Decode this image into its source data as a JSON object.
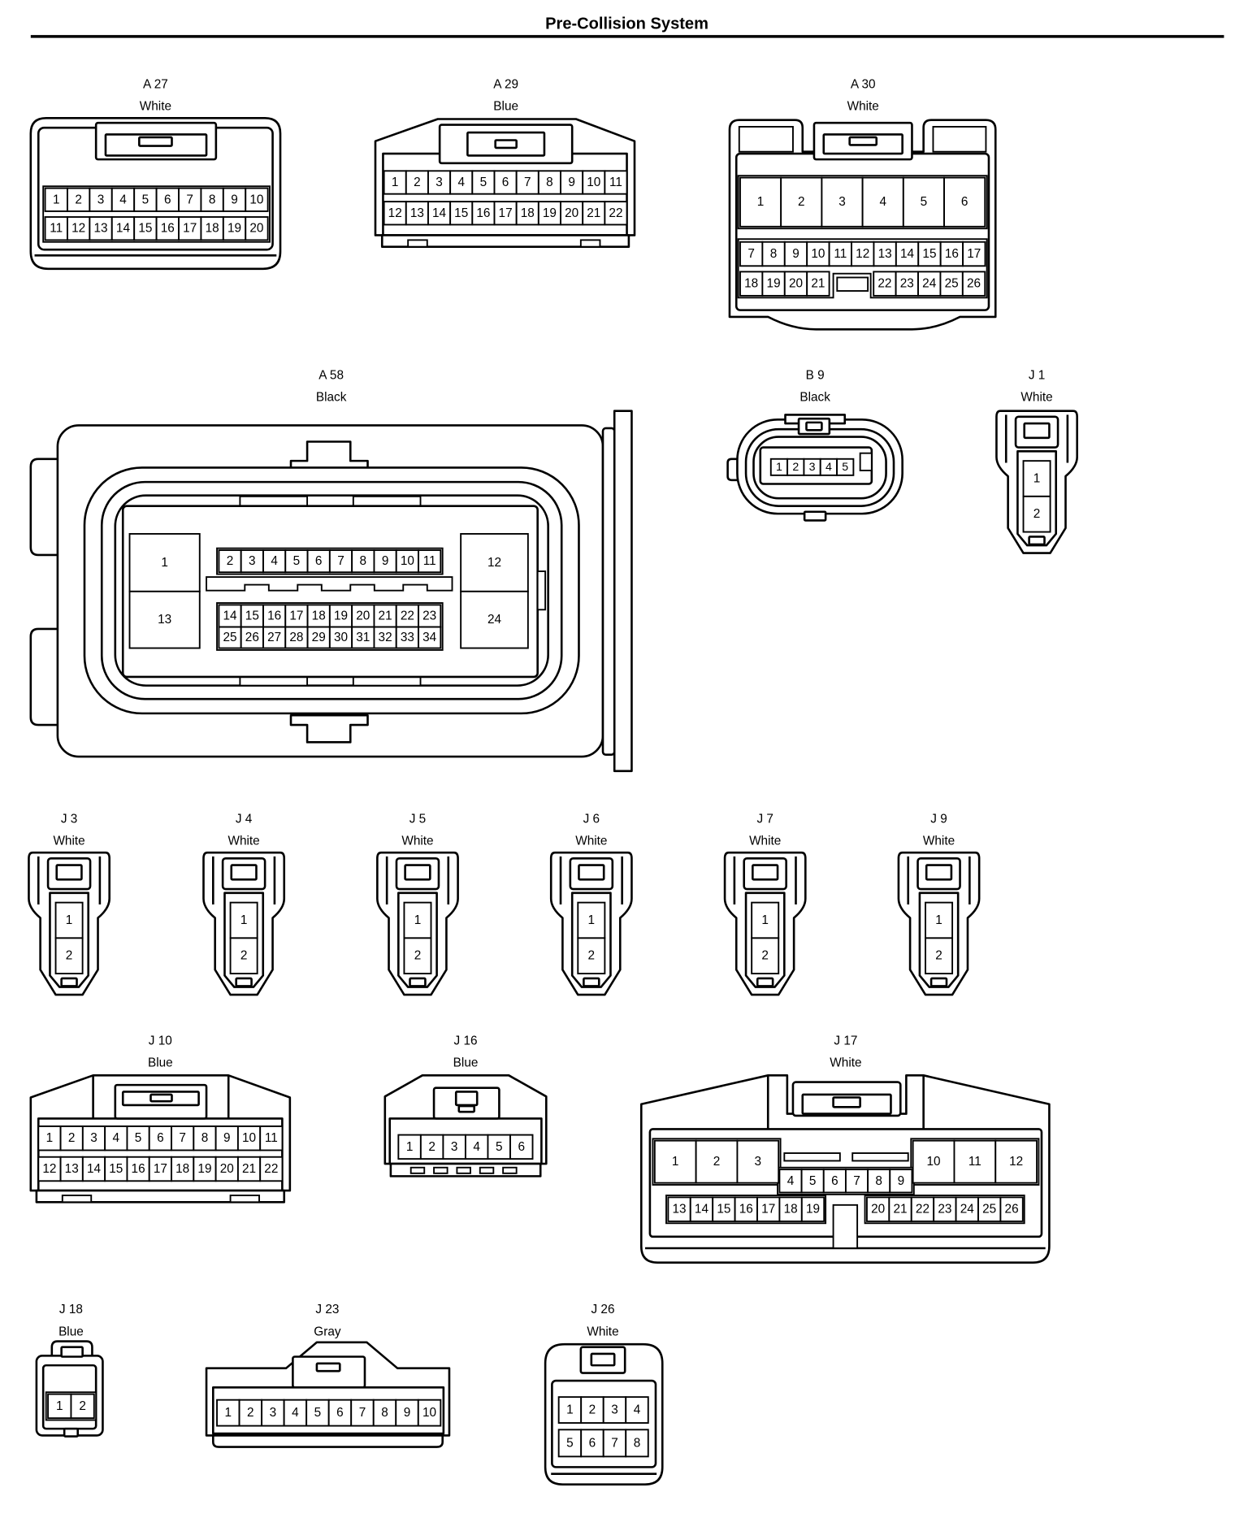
{
  "title": "Pre-Collision System",
  "connectors": [
    {
      "id": "A 27",
      "color": "White",
      "pin_rows": [
        [
          "1",
          "2",
          "3",
          "4",
          "5",
          "6",
          "7",
          "8",
          "9",
          "10"
        ],
        [
          "11",
          "12",
          "13",
          "14",
          "15",
          "16",
          "17",
          "18",
          "19",
          "20"
        ]
      ]
    },
    {
      "id": "A 29",
      "color": "Blue",
      "pin_rows": [
        [
          "1",
          "2",
          "3",
          "4",
          "5",
          "6",
          "7",
          "8",
          "9",
          "10",
          "11"
        ],
        [
          "12",
          "13",
          "14",
          "15",
          "16",
          "17",
          "18",
          "19",
          "20",
          "21",
          "22"
        ]
      ]
    },
    {
      "id": "A 30",
      "color": "White",
      "pin_rows": [
        [
          "1",
          "2",
          "3",
          "4",
          "5",
          "6"
        ],
        [
          "7",
          "8",
          "9",
          "10",
          "11",
          "12",
          "13",
          "14",
          "15",
          "16",
          "17"
        ],
        [
          "18",
          "19",
          "20",
          "21"
        ],
        [
          "22",
          "23",
          "24",
          "25",
          "26"
        ]
      ]
    },
    {
      "id": "A 58",
      "color": "Black",
      "pin_rows": [
        [
          "1"
        ],
        [
          "13"
        ],
        [
          "2",
          "3",
          "4",
          "5",
          "6",
          "7",
          "8",
          "9",
          "10",
          "11"
        ],
        [
          "14",
          "15",
          "16",
          "17",
          "18",
          "19",
          "20",
          "21",
          "22",
          "23"
        ],
        [
          "25",
          "26",
          "27",
          "28",
          "29",
          "30",
          "31",
          "32",
          "33",
          "34"
        ],
        [
          "12"
        ],
        [
          "24"
        ]
      ]
    },
    {
      "id": "B 9",
      "color": "Black",
      "pin_rows": [
        [
          "1",
          "2",
          "3",
          "4",
          "5"
        ]
      ]
    },
    {
      "id": "J 1",
      "color": "White",
      "pin_rows": [
        [
          "1"
        ],
        [
          "2"
        ]
      ]
    },
    {
      "id": "J 3",
      "color": "White",
      "pin_rows": [
        [
          "1"
        ],
        [
          "2"
        ]
      ]
    },
    {
      "id": "J 4",
      "color": "White",
      "pin_rows": [
        [
          "1"
        ],
        [
          "2"
        ]
      ]
    },
    {
      "id": "J 5",
      "color": "White",
      "pin_rows": [
        [
          "1"
        ],
        [
          "2"
        ]
      ]
    },
    {
      "id": "J 6",
      "color": "White",
      "pin_rows": [
        [
          "1"
        ],
        [
          "2"
        ]
      ]
    },
    {
      "id": "J 7",
      "color": "White",
      "pin_rows": [
        [
          "1"
        ],
        [
          "2"
        ]
      ]
    },
    {
      "id": "J 9",
      "color": "White",
      "pin_rows": [
        [
          "1"
        ],
        [
          "2"
        ]
      ]
    },
    {
      "id": "J 10",
      "color": "Blue",
      "pin_rows": [
        [
          "1",
          "2",
          "3",
          "4",
          "5",
          "6",
          "7",
          "8",
          "9",
          "10",
          "11"
        ],
        [
          "12",
          "13",
          "14",
          "15",
          "16",
          "17",
          "18",
          "19",
          "20",
          "21",
          "22"
        ]
      ]
    },
    {
      "id": "J 16",
      "color": "Blue",
      "pin_rows": [
        [
          "1",
          "2",
          "3",
          "4",
          "5",
          "6"
        ]
      ]
    },
    {
      "id": "J 17",
      "color": "White",
      "pin_rows": [
        [
          "1",
          "2",
          "3"
        ],
        [
          "10",
          "11",
          "12"
        ],
        [
          "4",
          "5",
          "6",
          "7",
          "8",
          "9"
        ],
        [
          "13",
          "14",
          "15",
          "16",
          "17",
          "18",
          "19"
        ],
        [
          "20",
          "21",
          "22",
          "23",
          "24",
          "25",
          "26"
        ]
      ]
    },
    {
      "id": "J 18",
      "color": "Blue",
      "pin_rows": [
        [
          "1",
          "2"
        ]
      ]
    },
    {
      "id": "J 23",
      "color": "Gray",
      "pin_rows": [
        [
          "1",
          "2",
          "3",
          "4",
          "5",
          "6",
          "7",
          "8",
          "9",
          "10"
        ]
      ]
    },
    {
      "id": "J 26",
      "color": "White",
      "pin_rows": [
        [
          "1",
          "2",
          "3",
          "4"
        ],
        [
          "5",
          "6",
          "7",
          "8"
        ]
      ]
    }
  ]
}
